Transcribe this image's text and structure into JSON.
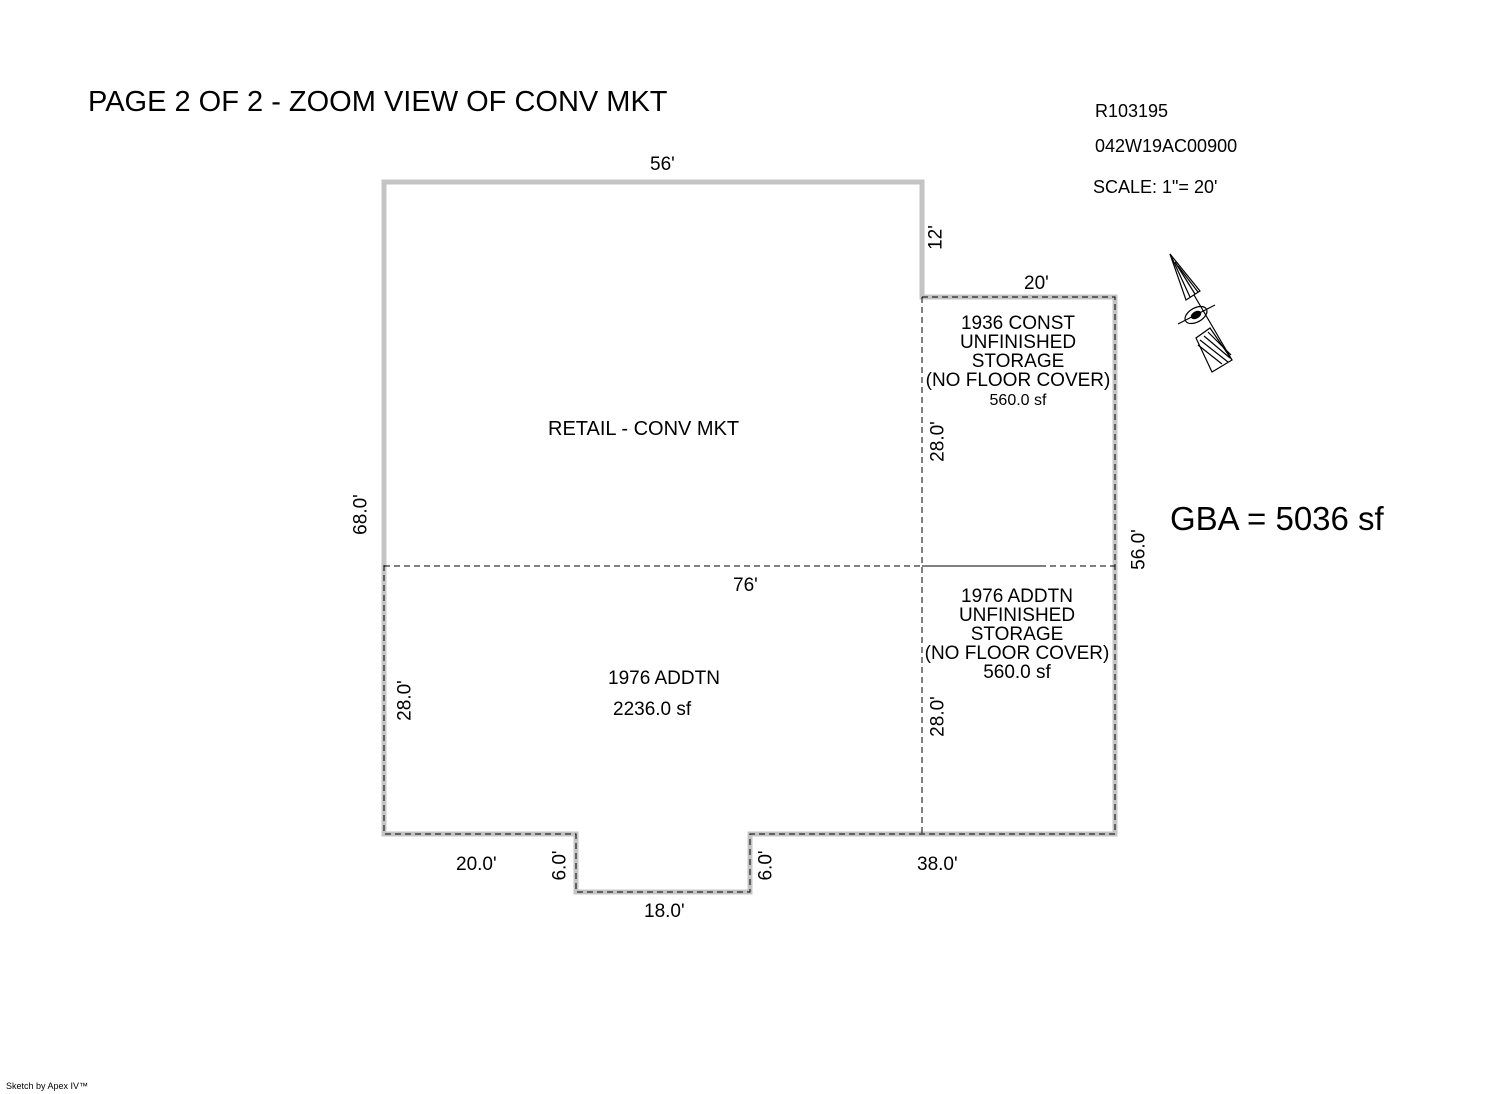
{
  "title": "PAGE 2 OF 2 - ZOOM VIEW OF CONV MKT",
  "reference": {
    "account": "R103195",
    "parcel": "042W19AC00900",
    "scale": "SCALE: 1\"= 20'"
  },
  "gba": "GBA = 5036 sf",
  "areas": {
    "retail": "RETAIL - CONV MKT",
    "addition": {
      "name": "1976 ADDTN",
      "size": "2236.0 sf"
    },
    "storage_1936": [
      "1936 CONST",
      "UNFINISHED",
      "STORAGE",
      "(NO FLOOR COVER)",
      "560.0 sf"
    ],
    "storage_1976": [
      "1976 ADDTN",
      "UNFINISHED",
      "STORAGE",
      "(NO FLOOR COVER)",
      "560.0 sf"
    ]
  },
  "dimensions": {
    "top": "56'",
    "step": "12'",
    "right_top": "20'",
    "left": "68.0'",
    "right": "56.0'",
    "middle": "76'",
    "storage_upper": "28.0'",
    "storage_lower": "28.0'",
    "addition_left": "28.0'",
    "bottom_left": "20.0'",
    "notch_left": "6.0'",
    "notch_bottom": "18.0'",
    "notch_right": "6.0'",
    "bottom_right": "38.0'"
  },
  "footer": "Sketch by Apex IV™",
  "colors": {
    "wall": "#c0c0c0",
    "line": "#000000"
  }
}
